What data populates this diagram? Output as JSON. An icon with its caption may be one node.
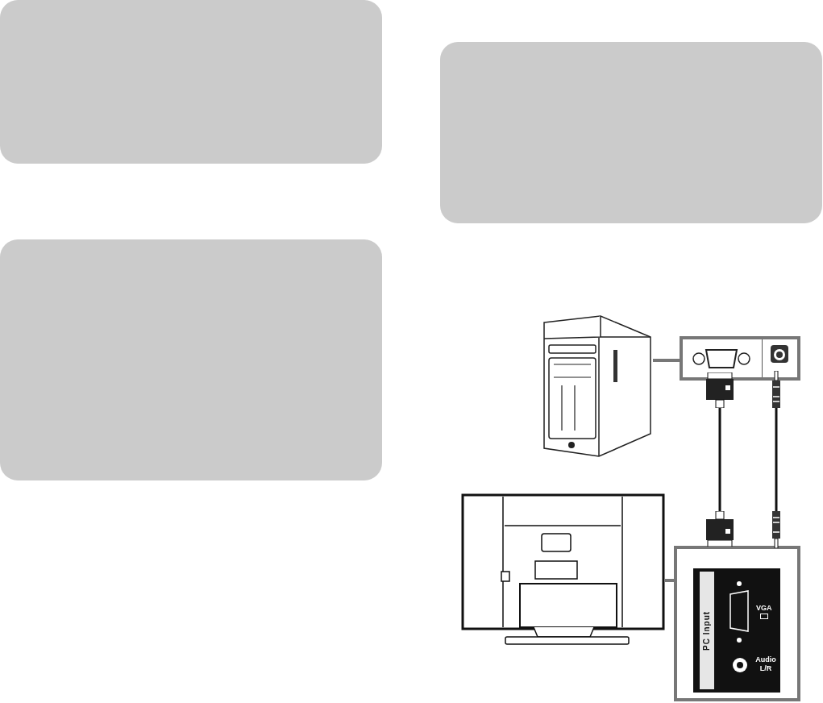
{
  "diagram": {
    "nodes": [
      {
        "text": [],
        "shape": "box"
      },
      {
        "text": [],
        "shape": "box"
      },
      {
        "text": [],
        "shape": "box"
      },
      {
        "text": [],
        "shape": "picture"
      },
      {
        "text": [],
        "shape": "box"
      },
      {
        "text": [],
        "shape": "picture"
      },
      {
        "text": [
          "PC Input",
          "VGA",
          "Audio L/R"
        ]
      }
    ],
    "edges": [
      {
        "from": 3,
        "to": 4,
        "arrow": "none"
      },
      {
        "from": 4,
        "to": 6,
        "arrow": "none",
        "color": "#111111"
      },
      {
        "from": 4,
        "to": 6,
        "arrow": "none",
        "color": "#111111"
      },
      {
        "from": 5,
        "to": 6,
        "arrow": "none"
      }
    ]
  }
}
